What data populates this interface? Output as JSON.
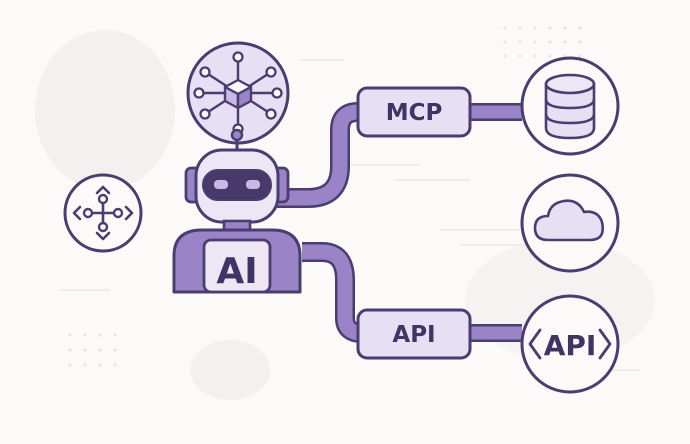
{
  "colors": {
    "background": "#fbfaf9",
    "outline": "#4a3d6f",
    "accent": "#9a83c7",
    "accent_light": "#e7dff4",
    "visor": "#473a6b"
  },
  "robot": {
    "badge": "AI"
  },
  "connectors": {
    "top": {
      "label": "MCP"
    },
    "bottom": {
      "label": "API"
    }
  },
  "icons": {
    "left": "network-router-icon",
    "top": "hub-cube-icon",
    "right_top": "database-icon",
    "right_middle": "cloud-icon",
    "right_bottom": "api-icon"
  },
  "api_icon": {
    "text": "API"
  }
}
